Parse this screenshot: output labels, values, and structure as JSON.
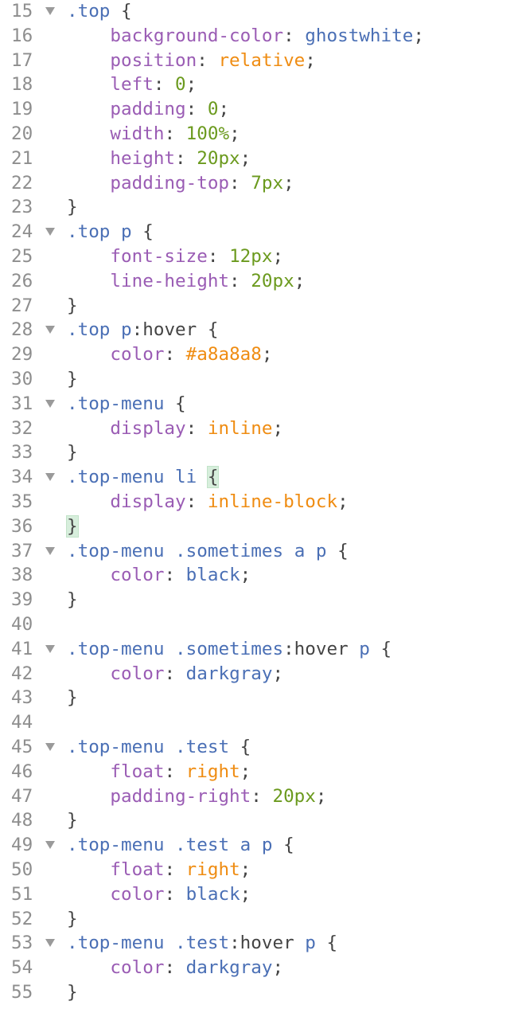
{
  "editor": {
    "language": "css",
    "colors": {
      "selector": "#4a6fb5",
      "property": "#9a5cb4",
      "keyword": "#ef8c12",
      "number": "#6b9a1e",
      "gutter": "#8e8e8e",
      "bracket_match_bg": "#d7eedc"
    },
    "fold_icon": "triangle-down-icon",
    "lines": [
      {
        "n": "15",
        "fold": true,
        "tokens": [
          {
            "t": ".top",
            "c": "sel"
          },
          {
            "t": " {",
            "c": "punc"
          }
        ]
      },
      {
        "n": "16",
        "fold": false,
        "tokens": [
          {
            "t": "    background-color",
            "c": "prop"
          },
          {
            "t": ": ",
            "c": "punc"
          },
          {
            "t": "ghostwhite",
            "c": "sel"
          },
          {
            "t": ";",
            "c": "punc"
          }
        ]
      },
      {
        "n": "17",
        "fold": false,
        "tokens": [
          {
            "t": "    position",
            "c": "prop"
          },
          {
            "t": ": ",
            "c": "punc"
          },
          {
            "t": "relative",
            "c": "kw"
          },
          {
            "t": ";",
            "c": "punc"
          }
        ]
      },
      {
        "n": "18",
        "fold": false,
        "tokens": [
          {
            "t": "    left",
            "c": "prop"
          },
          {
            "t": ": ",
            "c": "punc"
          },
          {
            "t": "0",
            "c": "num"
          },
          {
            "t": ";",
            "c": "punc"
          }
        ]
      },
      {
        "n": "19",
        "fold": false,
        "tokens": [
          {
            "t": "    padding",
            "c": "prop"
          },
          {
            "t": ": ",
            "c": "punc"
          },
          {
            "t": "0",
            "c": "num"
          },
          {
            "t": ";",
            "c": "punc"
          }
        ]
      },
      {
        "n": "20",
        "fold": false,
        "tokens": [
          {
            "t": "    width",
            "c": "prop"
          },
          {
            "t": ": ",
            "c": "punc"
          },
          {
            "t": "100%",
            "c": "num"
          },
          {
            "t": ";",
            "c": "punc"
          }
        ]
      },
      {
        "n": "21",
        "fold": false,
        "tokens": [
          {
            "t": "    height",
            "c": "prop"
          },
          {
            "t": ": ",
            "c": "punc"
          },
          {
            "t": "20px",
            "c": "num"
          },
          {
            "t": ";",
            "c": "punc"
          }
        ]
      },
      {
        "n": "22",
        "fold": false,
        "tokens": [
          {
            "t": "    padding-top",
            "c": "prop"
          },
          {
            "t": ": ",
            "c": "punc"
          },
          {
            "t": "7px",
            "c": "num"
          },
          {
            "t": ";",
            "c": "punc"
          }
        ]
      },
      {
        "n": "23",
        "fold": false,
        "tokens": [
          {
            "t": "}",
            "c": "punc"
          }
        ]
      },
      {
        "n": "24",
        "fold": true,
        "tokens": [
          {
            "t": ".top",
            "c": "sel"
          },
          {
            "t": " ",
            "c": "punc"
          },
          {
            "t": "p",
            "c": "sel"
          },
          {
            "t": " {",
            "c": "punc"
          }
        ]
      },
      {
        "n": "25",
        "fold": false,
        "tokens": [
          {
            "t": "    font-size",
            "c": "prop"
          },
          {
            "t": ": ",
            "c": "punc"
          },
          {
            "t": "12px",
            "c": "num"
          },
          {
            "t": ";",
            "c": "punc"
          }
        ]
      },
      {
        "n": "26",
        "fold": false,
        "tokens": [
          {
            "t": "    line-height",
            "c": "prop"
          },
          {
            "t": ": ",
            "c": "punc"
          },
          {
            "t": "20px",
            "c": "num"
          },
          {
            "t": ";",
            "c": "punc"
          }
        ]
      },
      {
        "n": "27",
        "fold": false,
        "tokens": [
          {
            "t": "}",
            "c": "punc"
          }
        ]
      },
      {
        "n": "28",
        "fold": true,
        "tokens": [
          {
            "t": ".top",
            "c": "sel"
          },
          {
            "t": " ",
            "c": "punc"
          },
          {
            "t": "p",
            "c": "sel"
          },
          {
            "t": ":hover {",
            "c": "punc"
          }
        ]
      },
      {
        "n": "29",
        "fold": false,
        "tokens": [
          {
            "t": "    color",
            "c": "prop"
          },
          {
            "t": ": ",
            "c": "punc"
          },
          {
            "t": "#a8a8a8",
            "c": "kw"
          },
          {
            "t": ";",
            "c": "punc"
          }
        ]
      },
      {
        "n": "30",
        "fold": false,
        "tokens": [
          {
            "t": "}",
            "c": "punc"
          }
        ]
      },
      {
        "n": "31",
        "fold": true,
        "tokens": [
          {
            "t": ".top-menu",
            "c": "sel"
          },
          {
            "t": " {",
            "c": "punc"
          }
        ]
      },
      {
        "n": "32",
        "fold": false,
        "tokens": [
          {
            "t": "    display",
            "c": "prop"
          },
          {
            "t": ": ",
            "c": "punc"
          },
          {
            "t": "inline",
            "c": "kw"
          },
          {
            "t": ";",
            "c": "punc"
          }
        ]
      },
      {
        "n": "33",
        "fold": false,
        "tokens": [
          {
            "t": "}",
            "c": "punc"
          }
        ]
      },
      {
        "n": "34",
        "fold": true,
        "tokens": [
          {
            "t": ".top-menu",
            "c": "sel"
          },
          {
            "t": " ",
            "c": "punc"
          },
          {
            "t": "li",
            "c": "sel"
          },
          {
            "t": " ",
            "c": "punc"
          },
          {
            "t": "{",
            "c": "punc",
            "match": true
          }
        ]
      },
      {
        "n": "35",
        "fold": false,
        "tokens": [
          {
            "t": "    display",
            "c": "prop"
          },
          {
            "t": ": ",
            "c": "punc"
          },
          {
            "t": "inline-block",
            "c": "kw"
          },
          {
            "t": ";",
            "c": "punc"
          }
        ]
      },
      {
        "n": "36",
        "fold": false,
        "tokens": [
          {
            "t": "}",
            "c": "punc",
            "match": true
          }
        ]
      },
      {
        "n": "37",
        "fold": true,
        "tokens": [
          {
            "t": ".top-menu",
            "c": "sel"
          },
          {
            "t": " ",
            "c": "punc"
          },
          {
            "t": ".sometimes",
            "c": "sel"
          },
          {
            "t": " ",
            "c": "punc"
          },
          {
            "t": "a",
            "c": "sel"
          },
          {
            "t": " ",
            "c": "punc"
          },
          {
            "t": "p",
            "c": "sel"
          },
          {
            "t": " {",
            "c": "punc"
          }
        ]
      },
      {
        "n": "38",
        "fold": false,
        "tokens": [
          {
            "t": "    color",
            "c": "prop"
          },
          {
            "t": ": ",
            "c": "punc"
          },
          {
            "t": "black",
            "c": "sel"
          },
          {
            "t": ";",
            "c": "punc"
          }
        ]
      },
      {
        "n": "39",
        "fold": false,
        "tokens": [
          {
            "t": "}",
            "c": "punc"
          }
        ]
      },
      {
        "n": "40",
        "fold": false,
        "tokens": []
      },
      {
        "n": "41",
        "fold": true,
        "tokens": [
          {
            "t": ".top-menu",
            "c": "sel"
          },
          {
            "t": " ",
            "c": "punc"
          },
          {
            "t": ".sometimes",
            "c": "sel"
          },
          {
            "t": ":hover ",
            "c": "punc"
          },
          {
            "t": "p",
            "c": "sel"
          },
          {
            "t": " {",
            "c": "punc"
          }
        ]
      },
      {
        "n": "42",
        "fold": false,
        "tokens": [
          {
            "t": "    color",
            "c": "prop"
          },
          {
            "t": ": ",
            "c": "punc"
          },
          {
            "t": "darkgray",
            "c": "sel"
          },
          {
            "t": ";",
            "c": "punc"
          }
        ]
      },
      {
        "n": "43",
        "fold": false,
        "tokens": [
          {
            "t": "}",
            "c": "punc"
          }
        ]
      },
      {
        "n": "44",
        "fold": false,
        "tokens": []
      },
      {
        "n": "45",
        "fold": true,
        "tokens": [
          {
            "t": ".top-menu",
            "c": "sel"
          },
          {
            "t": " ",
            "c": "punc"
          },
          {
            "t": ".test",
            "c": "sel"
          },
          {
            "t": " {",
            "c": "punc"
          }
        ]
      },
      {
        "n": "46",
        "fold": false,
        "tokens": [
          {
            "t": "    float",
            "c": "prop"
          },
          {
            "t": ": ",
            "c": "punc"
          },
          {
            "t": "right",
            "c": "kw"
          },
          {
            "t": ";",
            "c": "punc"
          }
        ]
      },
      {
        "n": "47",
        "fold": false,
        "tokens": [
          {
            "t": "    padding-right",
            "c": "prop"
          },
          {
            "t": ": ",
            "c": "punc"
          },
          {
            "t": "20px",
            "c": "num"
          },
          {
            "t": ";",
            "c": "punc"
          }
        ]
      },
      {
        "n": "48",
        "fold": false,
        "tokens": [
          {
            "t": "}",
            "c": "punc"
          }
        ]
      },
      {
        "n": "49",
        "fold": true,
        "tokens": [
          {
            "t": ".top-menu",
            "c": "sel"
          },
          {
            "t": " ",
            "c": "punc"
          },
          {
            "t": ".test",
            "c": "sel"
          },
          {
            "t": " ",
            "c": "punc"
          },
          {
            "t": "a",
            "c": "sel"
          },
          {
            "t": " ",
            "c": "punc"
          },
          {
            "t": "p",
            "c": "sel"
          },
          {
            "t": " {",
            "c": "punc"
          }
        ]
      },
      {
        "n": "50",
        "fold": false,
        "tokens": [
          {
            "t": "    float",
            "c": "prop"
          },
          {
            "t": ": ",
            "c": "punc"
          },
          {
            "t": "right",
            "c": "kw"
          },
          {
            "t": ";",
            "c": "punc"
          }
        ]
      },
      {
        "n": "51",
        "fold": false,
        "tokens": [
          {
            "t": "    color",
            "c": "prop"
          },
          {
            "t": ": ",
            "c": "punc"
          },
          {
            "t": "black",
            "c": "sel"
          },
          {
            "t": ";",
            "c": "punc"
          }
        ]
      },
      {
        "n": "52",
        "fold": false,
        "tokens": [
          {
            "t": "}",
            "c": "punc"
          }
        ]
      },
      {
        "n": "53",
        "fold": true,
        "tokens": [
          {
            "t": ".top-menu",
            "c": "sel"
          },
          {
            "t": " ",
            "c": "punc"
          },
          {
            "t": ".test",
            "c": "sel"
          },
          {
            "t": ":hover ",
            "c": "punc"
          },
          {
            "t": "p",
            "c": "sel"
          },
          {
            "t": " {",
            "c": "punc"
          }
        ]
      },
      {
        "n": "54",
        "fold": false,
        "tokens": [
          {
            "t": "    color",
            "c": "prop"
          },
          {
            "t": ": ",
            "c": "punc"
          },
          {
            "t": "darkgray",
            "c": "sel"
          },
          {
            "t": ";",
            "c": "punc"
          }
        ]
      },
      {
        "n": "55",
        "fold": false,
        "tokens": [
          {
            "t": "}",
            "c": "punc"
          }
        ]
      }
    ]
  }
}
